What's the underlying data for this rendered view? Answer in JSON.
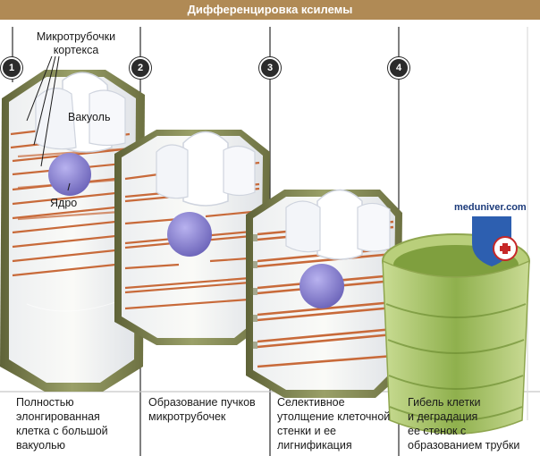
{
  "title": "Дифференцировка ксилемы",
  "labels": {
    "microtubules": "Микротрубочки\nкортекса",
    "vacuole": "Вакуоль",
    "nucleus": "Ядро"
  },
  "steps": [
    {
      "number": "1",
      "caption": "Полностью\nэлонгированная\nклетка с большой\nвакуолью"
    },
    {
      "number": "2",
      "caption": "Образование пучков\nмикротрубочек"
    },
    {
      "number": "3",
      "caption": "Селективное\nутолщение клеточной\nстенки и ее\nлигнификация"
    },
    {
      "number": "4",
      "caption": "Гибель клетки\nи деградация\nее стенок с\nобразованием трубки"
    }
  ],
  "watermark": "meduniver.com",
  "colors": {
    "title_bar": "#b08a55",
    "cell_wall": "#8a8f5a",
    "microtubule": "#c86a3a",
    "nucleus": "#7d74c9",
    "vacuole": "#dfe4ee",
    "tube": "#a9c46a"
  },
  "icons": [
    "step-number-icon",
    "shield-cross-icon"
  ]
}
